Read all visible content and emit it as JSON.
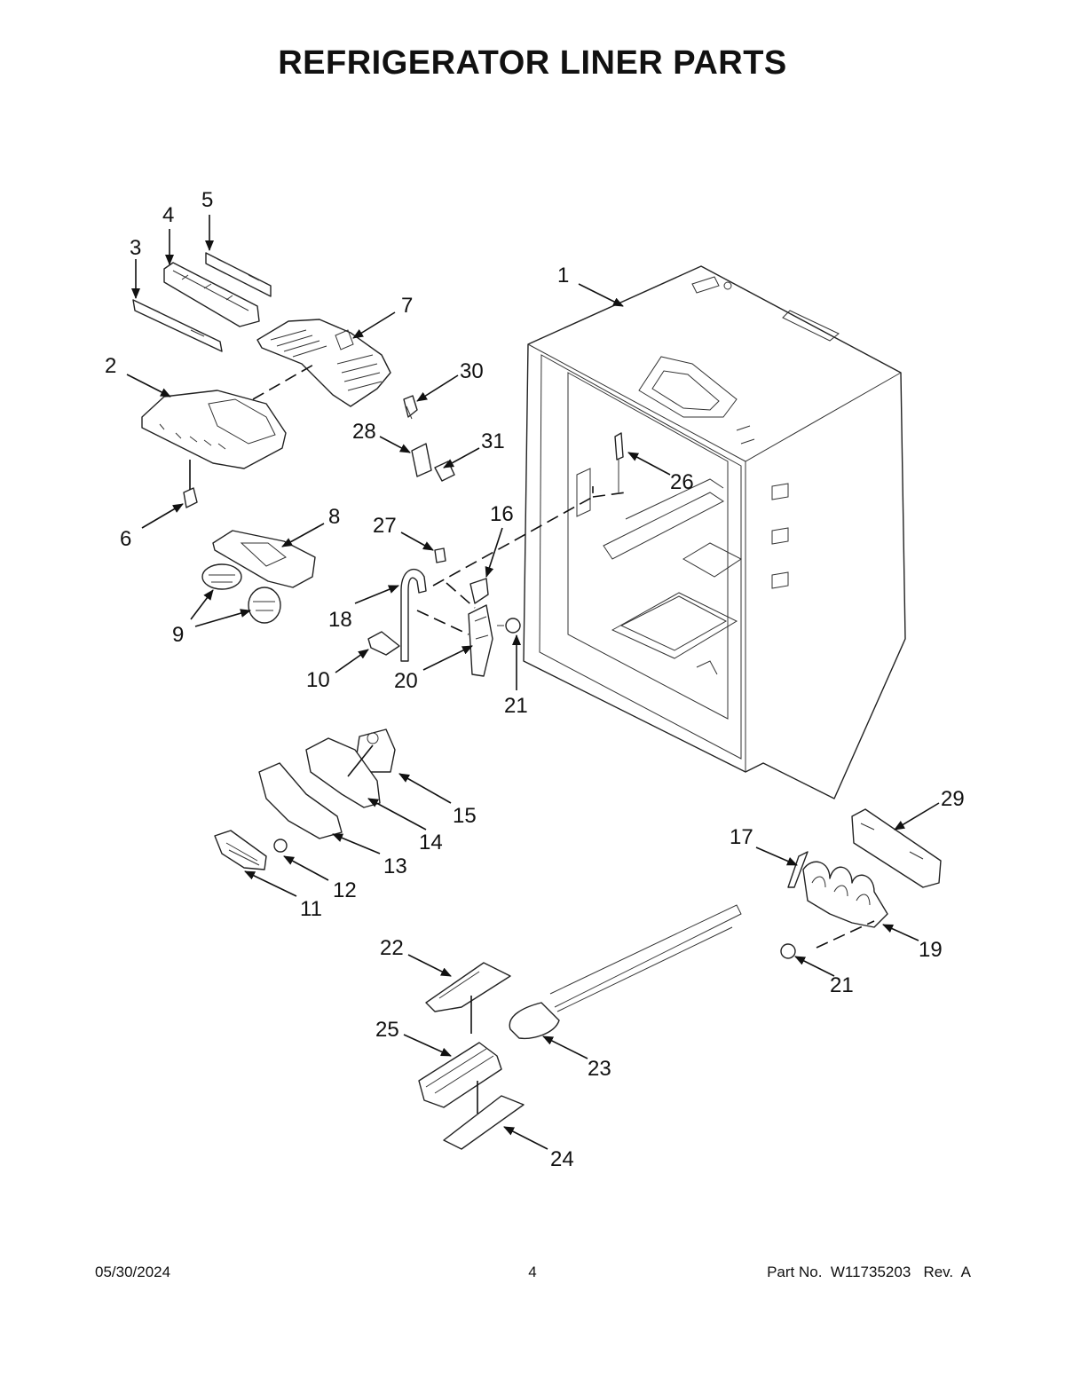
{
  "title": "REFRIGERATOR LINER PARTS",
  "callouts": [
    "1",
    "2",
    "3",
    "4",
    "5",
    "6",
    "7",
    "8",
    "9",
    "10",
    "11",
    "12",
    "13",
    "14",
    "15",
    "16",
    "17",
    "18",
    "19",
    "20",
    "21",
    "21",
    "22",
    "23",
    "24",
    "25",
    "26",
    "27",
    "28",
    "29",
    "30",
    "31"
  ],
  "footer": {
    "date": "05/30/2024",
    "page": "4",
    "part_no": "Part No.  W11735203   Rev.  A"
  }
}
